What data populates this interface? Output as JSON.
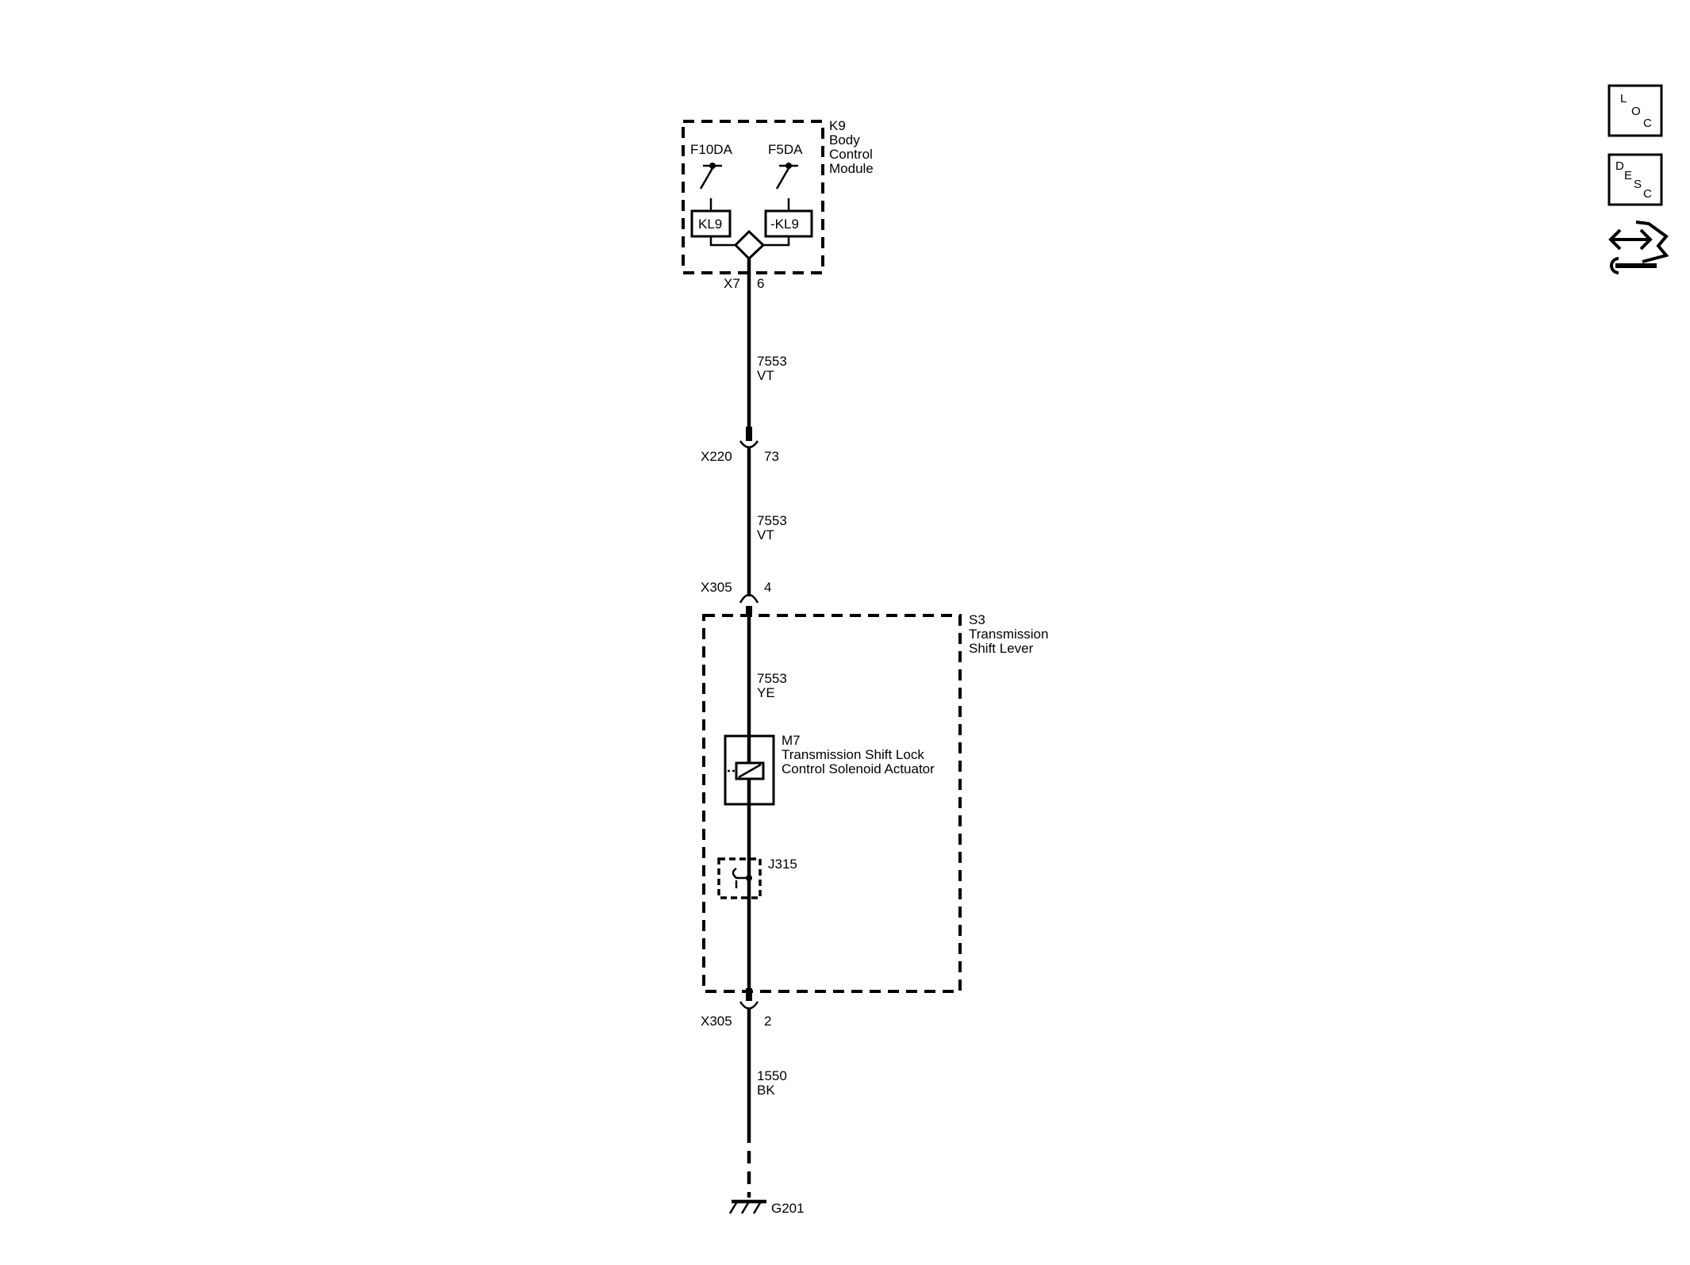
{
  "modules": {
    "k9": {
      "id": "K9",
      "name_lines": [
        "Body",
        "Control",
        "Module"
      ],
      "outputs": [
        {
          "fuse": "F10DA",
          "driver": "KL9"
        },
        {
          "fuse": "F5DA",
          "driver": "-KL9"
        }
      ]
    },
    "s3": {
      "id": "S3",
      "name_lines": [
        "Transmission",
        "Shift Lever"
      ]
    },
    "m7": {
      "id": "M7",
      "name_lines": [
        "Transmission Shift Lock",
        "Control Solenoid Actuator"
      ]
    },
    "j315": {
      "id": "J315"
    }
  },
  "connectors": [
    {
      "id": "X7",
      "pin": "6"
    },
    {
      "id": "X220",
      "pin": "73"
    },
    {
      "id": "X305",
      "pin": "4"
    },
    {
      "id": "X305",
      "pin": "2"
    }
  ],
  "wires": [
    {
      "circuit": "7553",
      "color": "VT"
    },
    {
      "circuit": "7553",
      "color": "VT"
    },
    {
      "circuit": "7553",
      "color": "YE"
    },
    {
      "circuit": "1550",
      "color": "BK"
    }
  ],
  "ground": {
    "id": "G201"
  },
  "nav_buttons": [
    {
      "name": "loc",
      "letters": [
        "L",
        "O",
        "C"
      ]
    },
    {
      "name": "desc",
      "letters": [
        "D",
        "E",
        "S",
        "C"
      ]
    }
  ],
  "colors": {
    "line": "#000000",
    "background": "#ffffff"
  }
}
